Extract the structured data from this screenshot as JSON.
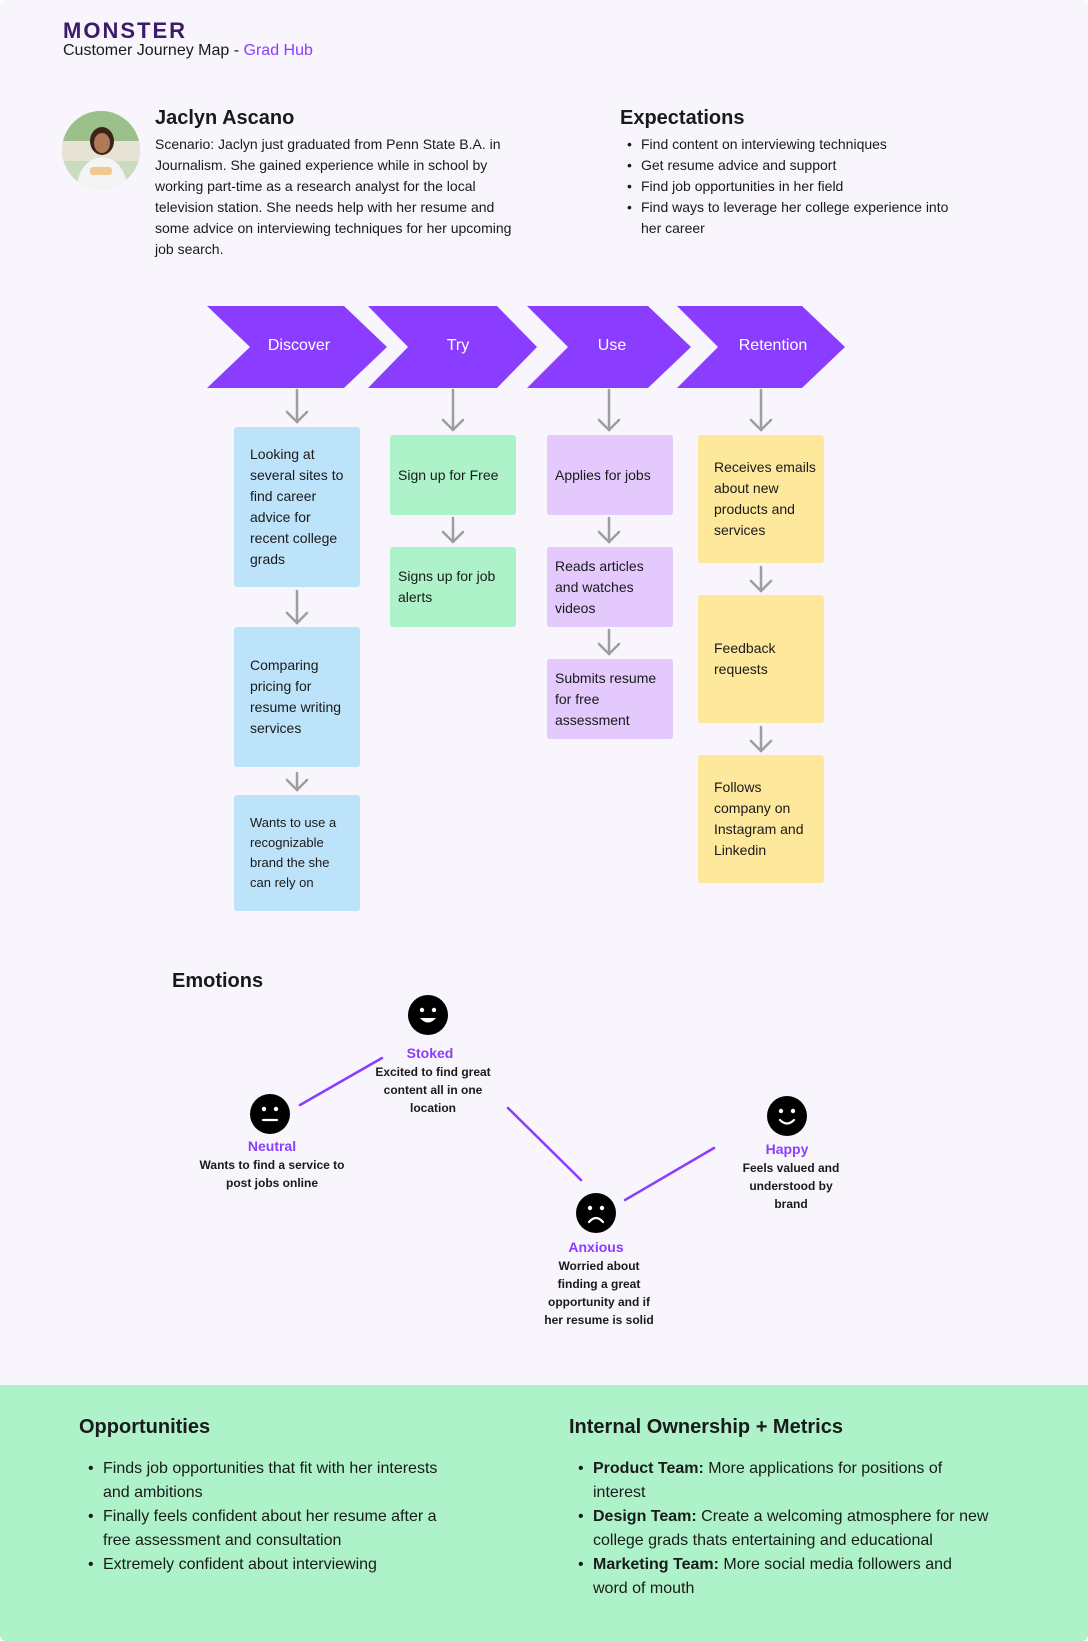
{
  "header": {
    "logo": "MONSTER",
    "subtitle_prefix": "Customer Journey Map - ",
    "subtitle_accent": "Grad Hub"
  },
  "persona": {
    "name": "Jaclyn Ascano",
    "scenario": "Scenario: Jaclyn just graduated from Penn State B.A. in Journalism. She gained experience while in school by working part-time as a research analyst for the local television station. She needs help with her resume and some advice on interviewing techniques for her upcoming job search."
  },
  "expectations": {
    "title": "Expectations",
    "items": [
      "Find content on interviewing techniques",
      "Get resume advice and support",
      "Find job opportunities in her field",
      "Find ways to leverage her college experience into her career"
    ]
  },
  "stages": [
    {
      "label": "Discover",
      "steps": [
        "Looking at several sites to find career advice for recent college grads",
        "Comparing pricing for resume writing services",
        "Wants to use a recognizable brand the she can rely on"
      ]
    },
    {
      "label": "Try",
      "steps": [
        "Sign up for Free",
        "Signs up for job alerts"
      ]
    },
    {
      "label": "Use",
      "steps": [
        "Applies for jobs",
        "Reads articles and watches videos",
        "Submits resume for free assessment"
      ]
    },
    {
      "label": "Retention",
      "steps": [
        "Receives emails about new products and services",
        "Feedback requests",
        "Follows company on Instagram and Linkedin"
      ]
    }
  ],
  "emotions": {
    "title": "Emotions",
    "points": [
      {
        "name": "Neutral",
        "desc": "Wants to find a service to post jobs online",
        "face": "neutral-face-icon",
        "level": 2
      },
      {
        "name": "Stoked",
        "desc": "Excited to find great content all in one location",
        "face": "grin-face-icon",
        "level": 4
      },
      {
        "name": "Anxious",
        "desc": "Worried about finding a great opportunity and if her resume is solid",
        "face": "sad-face-icon",
        "level": 1
      },
      {
        "name": "Happy",
        "desc": "Feels valued and understood by brand",
        "face": "smile-face-icon",
        "level": 3
      }
    ]
  },
  "opportunities": {
    "title": "Opportunities",
    "items": [
      "Finds job opportunities that fit with her interests and ambitions",
      "Finally feels confident about her resume after a free assessment and consultation",
      "Extremely confident about interviewing"
    ]
  },
  "ownership": {
    "title": "Internal Ownership + Metrics",
    "items": [
      {
        "team": "Product Team:",
        "text": " More applications for positions of interest"
      },
      {
        "team": "Design Team:",
        "text": " Create a welcoming atmosphere for new college grads thats entertaining and educational"
      },
      {
        "team": "Marketing Team:",
        "text": " More social media followers and word of mouth"
      }
    ]
  },
  "colors": {
    "accent": "#8b3dff",
    "stage": "#8b3dff",
    "discover_box": "#bde3fb",
    "try_box": "#aef2c9",
    "use_box": "#e3c9fc",
    "retention_box": "#fde89c",
    "bottom_panel": "#aef2c9"
  }
}
